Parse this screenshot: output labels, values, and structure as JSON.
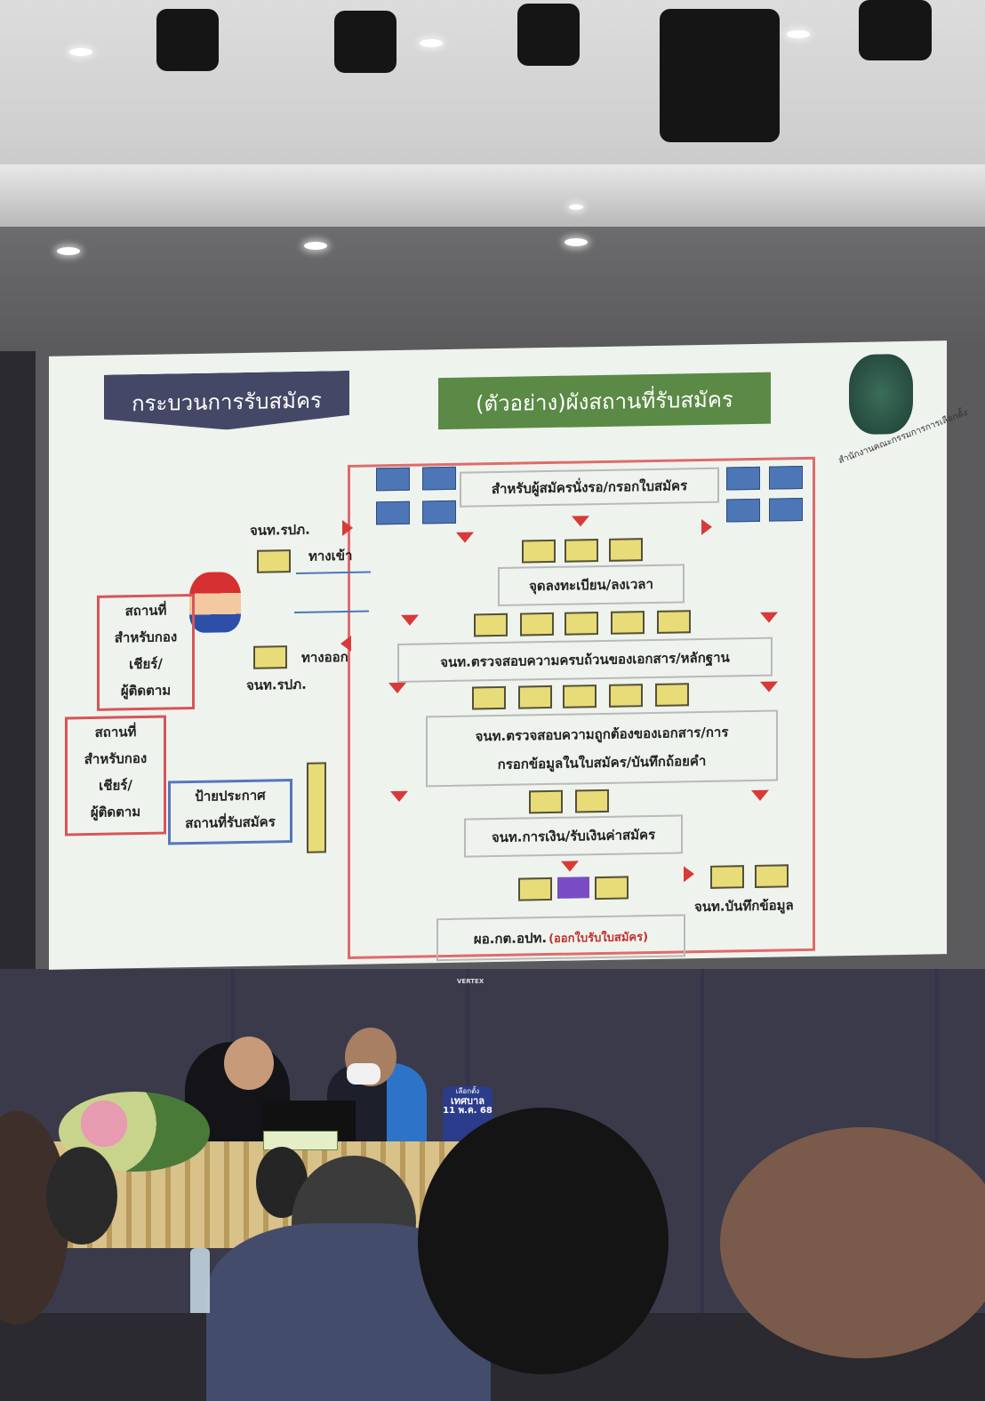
{
  "slide": {
    "title_left": "กระบวนการรับสมัคร",
    "title_right": "(ตัวอย่าง)ผังสถานที่รับสมัคร",
    "logo_text": "สำนักงานคณะกรรมการการเลือกตั้ง",
    "waiting_area": "สำหรับผู้สมัครนั่งรอ/กรอกใบสมัคร",
    "registration": "จุดลงทะเบียน/ลงเวลา",
    "check_complete": "จนท.ตรวจสอบความครบถ้วนของเอกสาร/หลักฐาน",
    "check_correct_1": "จนท.ตรวจสอบความถูกต้องของเอกสาร/การ",
    "check_correct_2": "กรอกข้อมูลในใบสมัคร/บันทึกถ้อยคำ",
    "finance": "จนท.การเงิน/รับเงินค่าสมัคร",
    "record": "จนท.บันทึกข้อมูล",
    "director": "ผอ.กต.อปท.",
    "director_note": "(ออกใบรับใบสมัคร)",
    "security_top": "จนท.รปภ.",
    "security_bottom": "จนท.รปภ.",
    "entrance": "ทางเข้า",
    "exit": "ทางออก",
    "supporters_1": [
      "สถานที่",
      "สำหรับกอง",
      "เชียร์/",
      "ผู้ติดตาม"
    ],
    "supporters_2": [
      "สถานที่",
      "สำหรับกอง",
      "เชียร์/",
      "ผู้ติดตาม"
    ],
    "notice_board_1": "ป้ายประกาศ",
    "notice_board_2": "สถานที่รับสมัคร"
  },
  "projector_brand": "VERTEX",
  "standee": {
    "line1": "เลือกตั้ง",
    "line2": "เทศบาล",
    "date": "11 พ.ค. 68"
  },
  "colors": {
    "title_left_bg": "#454766",
    "title_right_bg": "#5a8a45",
    "red_border": "#e06b6b",
    "blue_box": "#4d76b6",
    "yellow_box": "#e8dc78",
    "purple_box": "#7a4cc4"
  }
}
